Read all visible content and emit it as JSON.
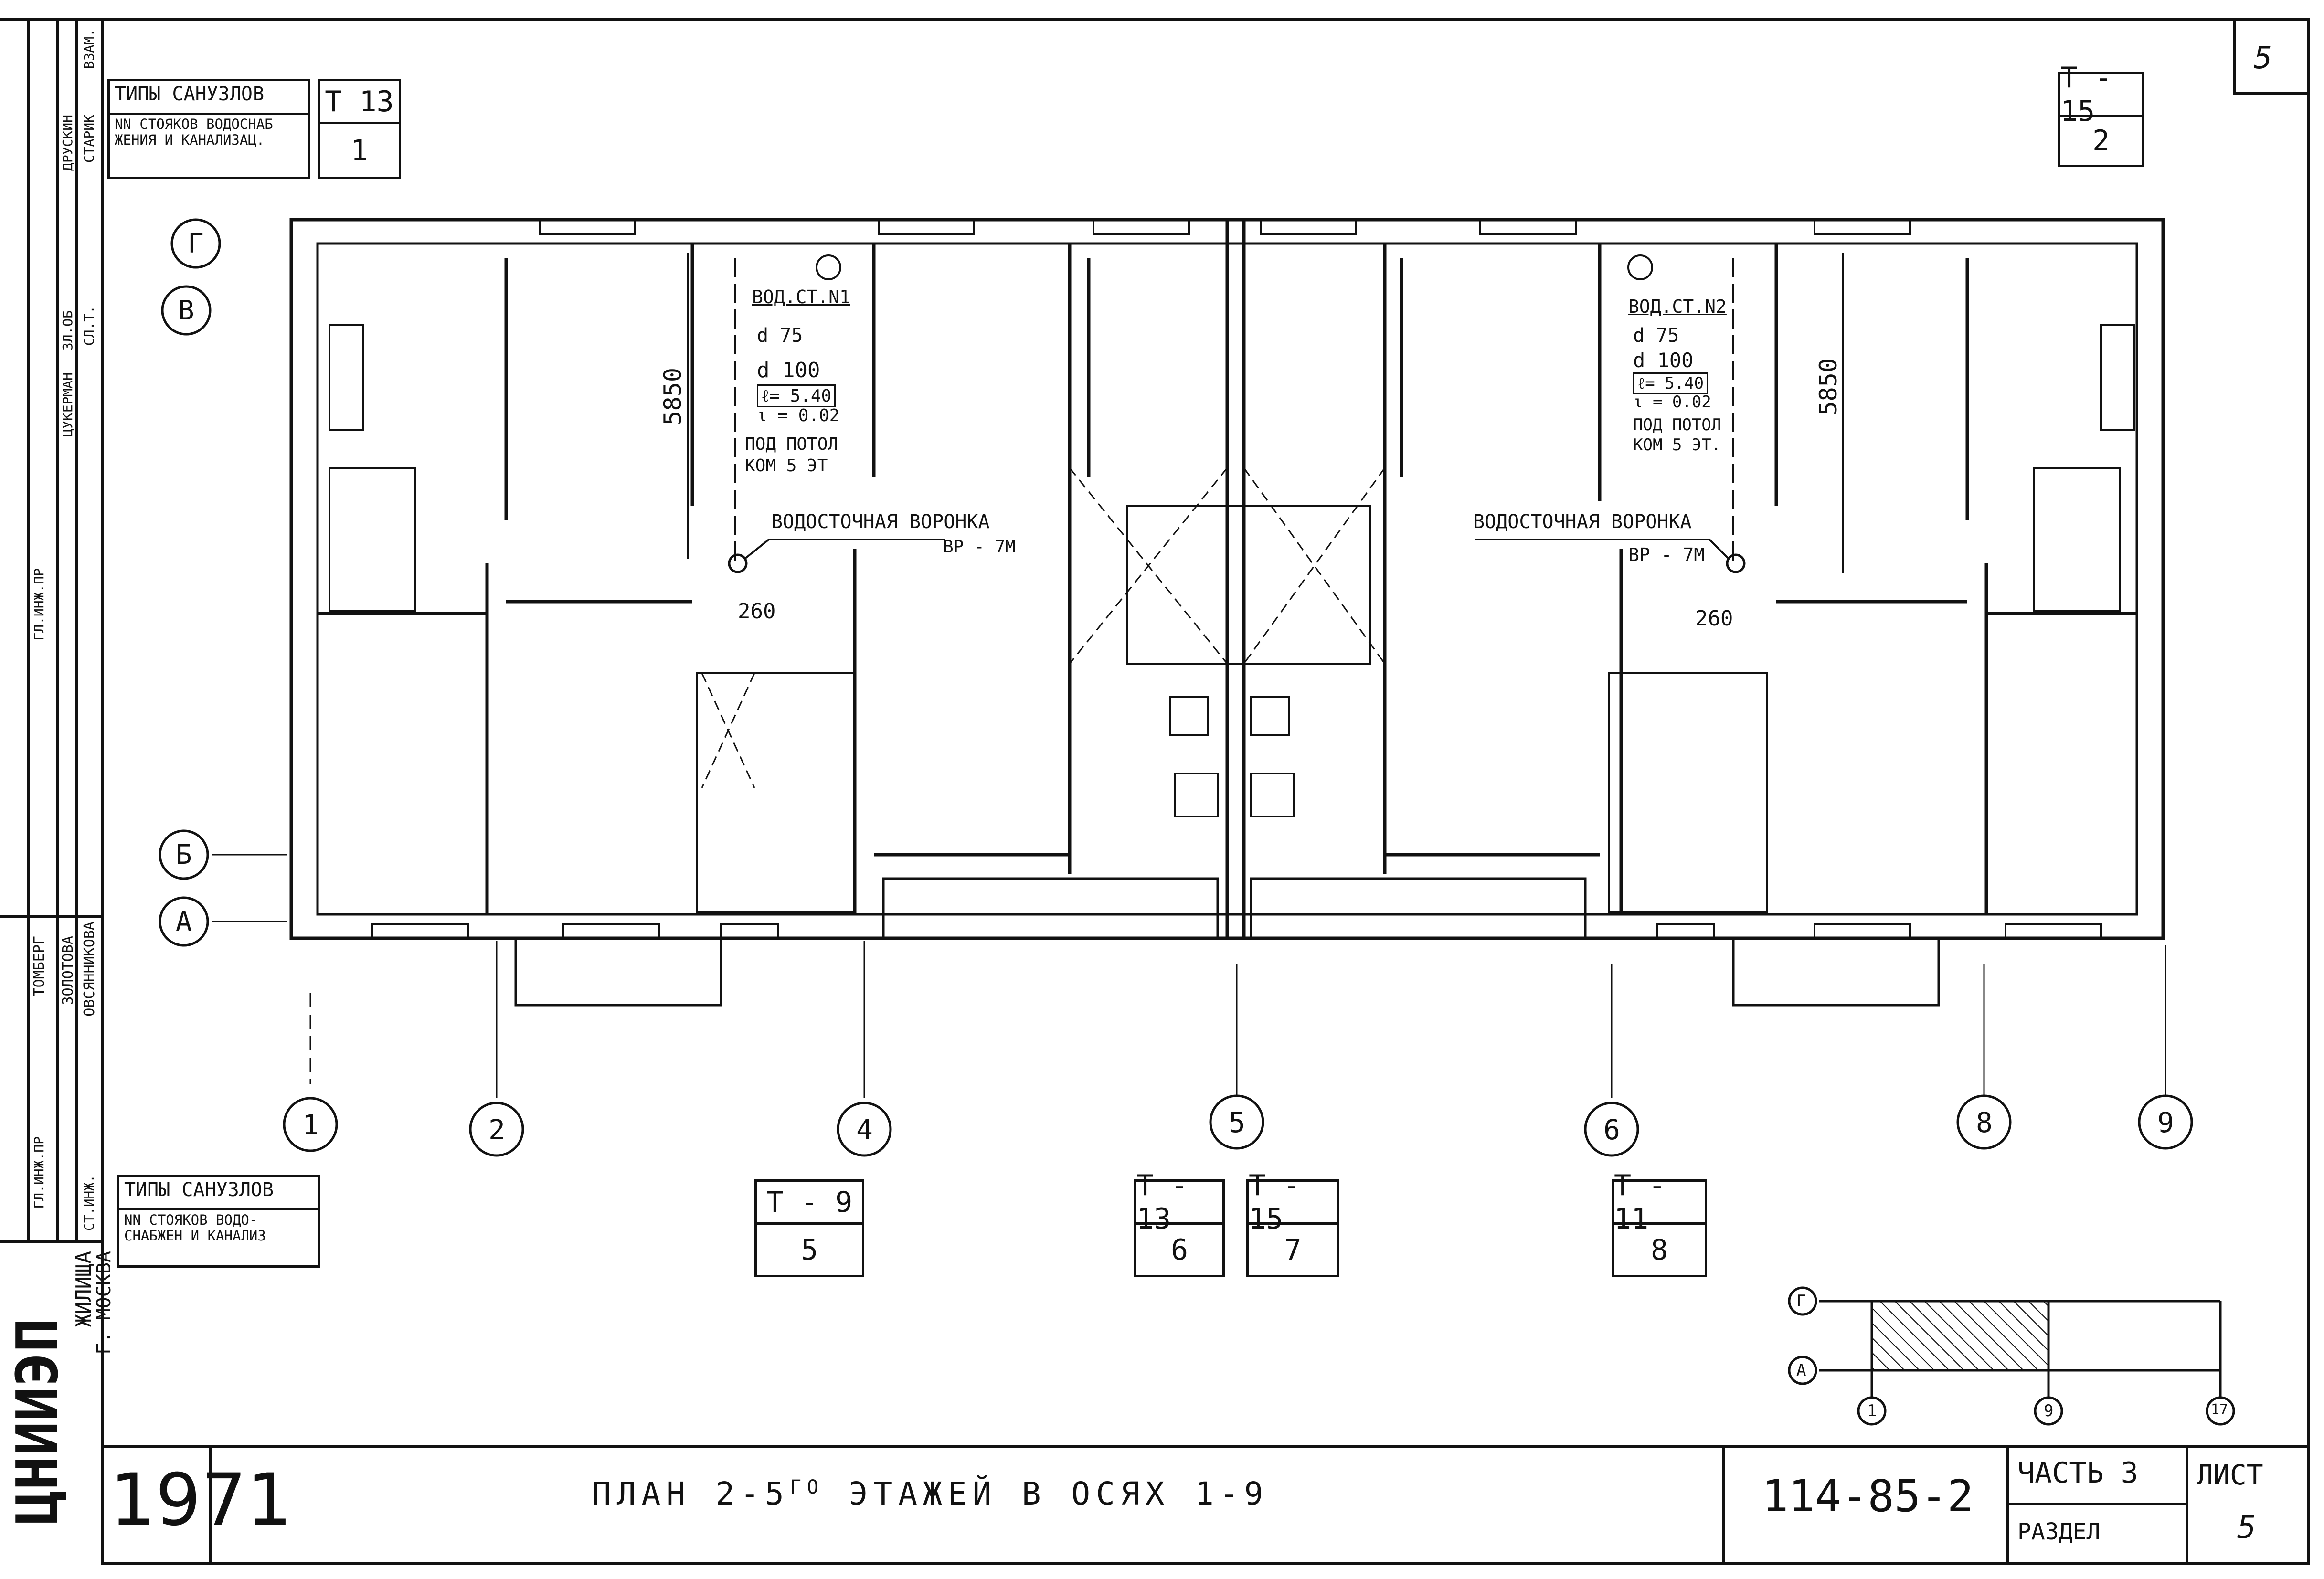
{
  "sheet": {
    "page_number": "5",
    "year": "1971",
    "title": "ПЛАН 2-5ГО ЭТАЖЕЙ В ОСЯХ 1-9",
    "title_parts": {
      "main": "ПЛАН 2-5",
      "sup": "ГО",
      "rest": "ЭТАЖЕЙ В ОСЯХ 1-9"
    },
    "project_code": "114-85-2",
    "part_label": "ЧАСТЬ 3",
    "section_label": "РАЗДЕЛ",
    "sheet_label": "ЛИСТ",
    "sheet_number": "5",
    "org_name": "ЦНИИЭП",
    "org_sub1": "ЖИЛИЩА",
    "org_sub2": "Г. МОСКВА"
  },
  "stamp_names": [
    "ВЗАМ.",
    "СТАРИК",
    "ДРУСКИН",
    "СЛ.Т.",
    "ЗЛ.ОБ",
    "ЦУКЕРМАН",
    "ГЛ.ИНЖ.ПР",
    "ЗОЛОТОВА",
    "ТОМБЕРГ",
    "ОВСЯННИКОВА",
    "ГЛ.ИНЖ.ПР",
    "СТ.ИНЖ."
  ],
  "legend_top": {
    "row1": "ТИПЫ САНУЗЛОВ",
    "row2a": "NN СТОЯКОВ ВОДОСНАБ",
    "row2b": "ЖЕНИЯ И КАНАЛИЗАЦ.",
    "type": "Т 13",
    "num": "1"
  },
  "legend_top_right": {
    "type": "Т - 15",
    "num": "2"
  },
  "legend_bottom": {
    "row1": "ТИПЫ САНУЗЛОВ",
    "row2a": "NN СТОЯКОВ ВОДО-",
    "row2b": "СНАБЖЕН И КАНАЛИЗ"
  },
  "bottom_types": [
    {
      "type": "Т - 9",
      "num": "5"
    },
    {
      "type": "Т - 13",
      "num": "6"
    },
    {
      "type": "Т - 15",
      "num": "7"
    },
    {
      "type": "Т - 11",
      "num": "8"
    }
  ],
  "axes_vertical": [
    "1",
    "2",
    "4",
    "5",
    "6",
    "8",
    "9"
  ],
  "axes_horizontal": [
    "Г",
    "В",
    "Б",
    "А"
  ],
  "riser_left": {
    "name": "ВОД.СТ.N1",
    "d1": "d 75",
    "d2": "d 100",
    "l": "ℓ= 5.40",
    "i": "ι = 0.02",
    "note1": "ПОД ПОТОЛ",
    "note2": "КОМ 5 ЭТ"
  },
  "riser_right": {
    "name": "ВОД.СТ.N2",
    "d1": "d 75",
    "d2": "d 100",
    "l": "ℓ= 5.40",
    "i": "ι = 0.02",
    "note1": "ПОД ПОТОЛ",
    "note2": "КОМ 5 ЭТ."
  },
  "funnel_left": {
    "label": "ВОДОСТОЧНАЯ ВОРОНКА",
    "code": "ВР - 7М"
  },
  "funnel_right": {
    "label": "ВОДОСТОЧНАЯ  ВОРОНКА",
    "code": "ВР - 7М"
  },
  "dims": {
    "left_height": "5850",
    "right_height": "5850",
    "left_offset": "260",
    "right_offset": "260"
  },
  "key_plan": {
    "axis_g": "Г",
    "axis_a": "А",
    "ax1": "1",
    "ax9": "9",
    "ax17": "17"
  },
  "colors": {
    "ink": "#111111",
    "paper": "#ffffff"
  }
}
